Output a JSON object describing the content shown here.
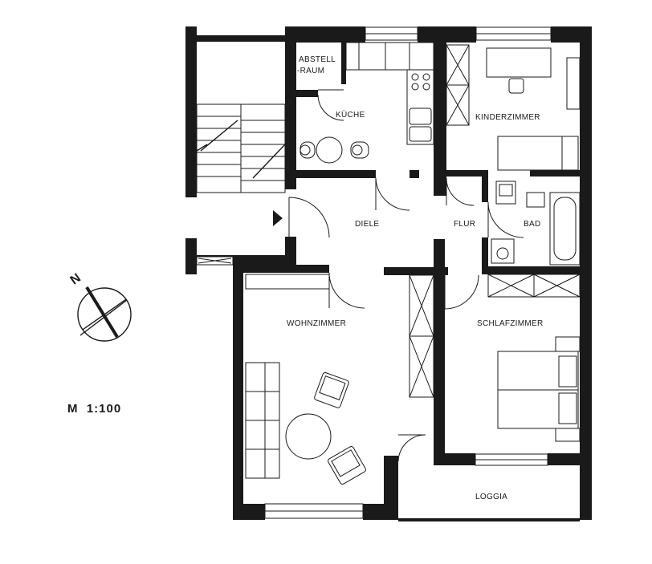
{
  "rooms": {
    "abstellraum_line1": "ABSTELL",
    "abstellraum_line2": "-RAUM",
    "kueche": "KÜCHE",
    "kinderzimmer": "KINDERZIMMER",
    "diele": "DIELE",
    "flur": "FLUR",
    "bad": "BAD",
    "wohnzimmer": "WOHNZIMMER",
    "schlafzimmer": "SCHLAFZIMMER",
    "loggia": "LOGGIA"
  },
  "compass": {
    "north_label": "N"
  },
  "scale": {
    "label": "M  1:100"
  },
  "colors": {
    "ink": "#1a1a1a",
    "paper": "#ffffff"
  }
}
